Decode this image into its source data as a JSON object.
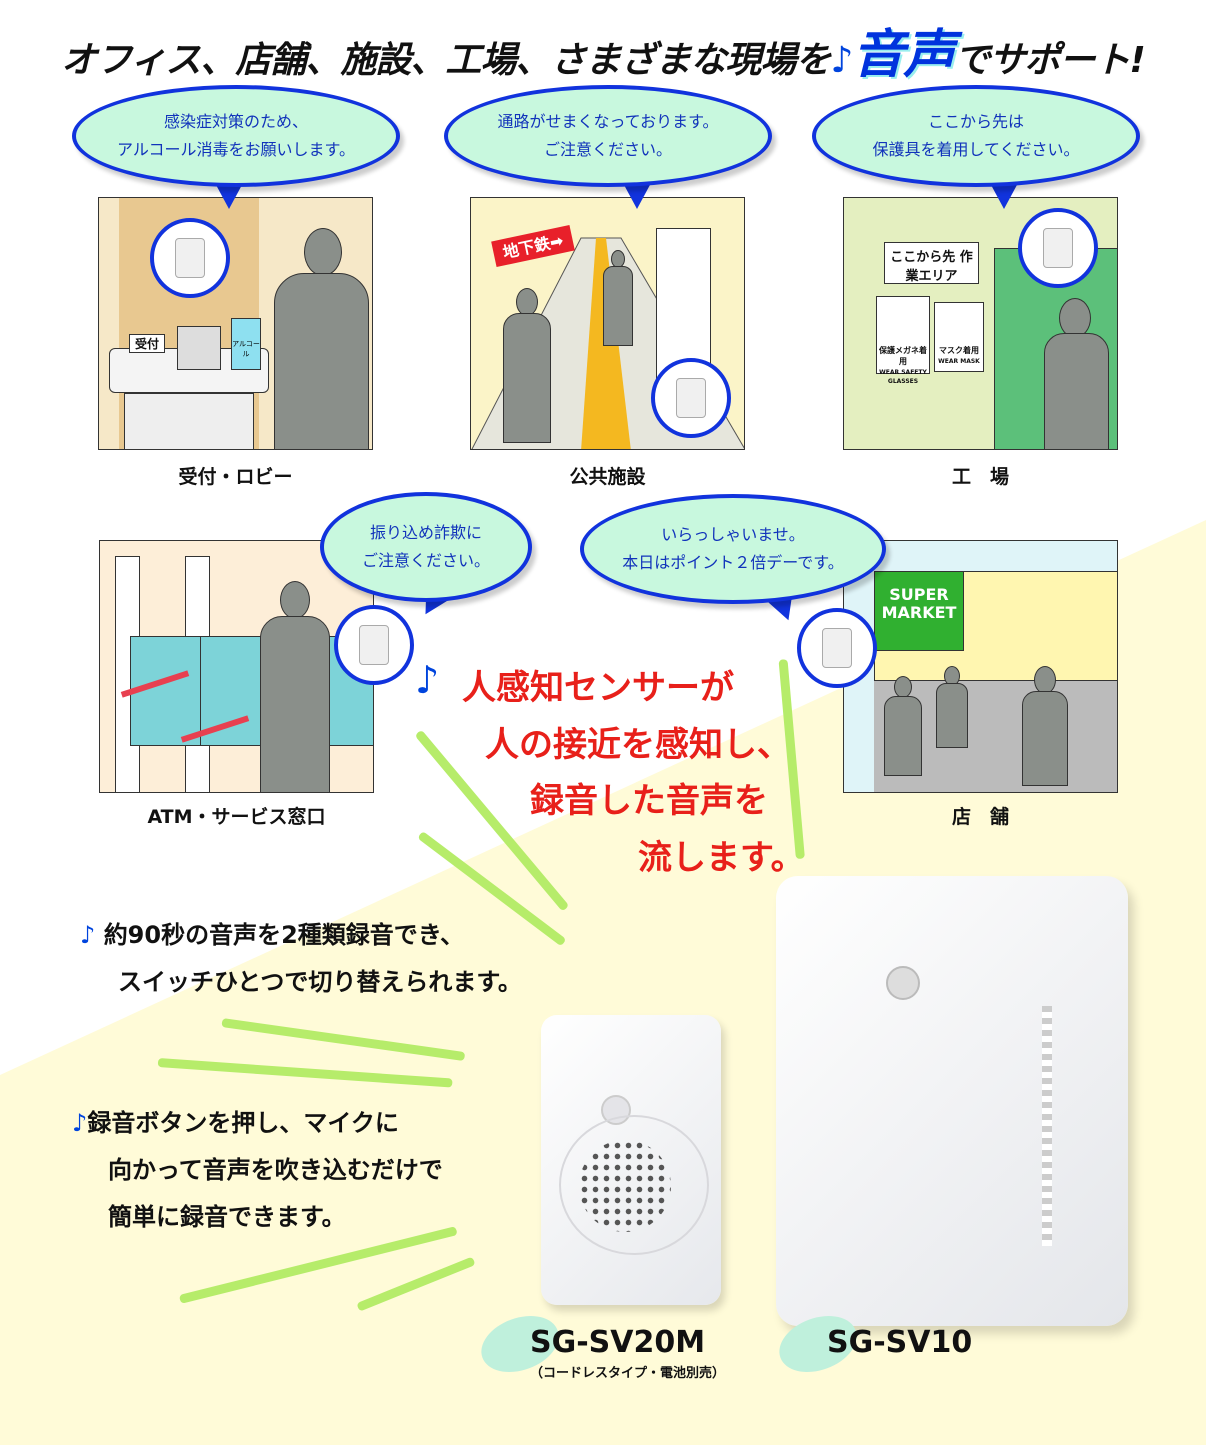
{
  "headline": {
    "before": "オフィス、店舗、施設、工場、さまざまな現場を",
    "note": "♪",
    "accent": "音声",
    "after": "でサポート!"
  },
  "scenes": [
    {
      "label": "受付・ロビー",
      "bubble": [
        "感染症対策のため、",
        "アルコール消毒をお願いします。"
      ],
      "signs": [
        "受付",
        "アルコール"
      ]
    },
    {
      "label": "公共施設",
      "bubble": [
        "通路がせまくなっております。",
        "ご注意ください。"
      ],
      "signs": [
        "地下鉄➡"
      ]
    },
    {
      "label": "工　場",
      "bubble": [
        "ここから先は",
        "保護具を着用してください。"
      ],
      "signs": [
        "ここから先 作業エリア",
        "保護メガネ着用",
        "WEAR SAFETY GLASSES",
        "マスク着用",
        "WEAR MASK"
      ]
    },
    {
      "label": "ATM・サービス窓口",
      "bubble": [
        "振り込め詐欺に",
        "ご注意ください。"
      ]
    },
    {
      "label": "店　舗",
      "bubble": [
        "いらっしゃいませ。",
        "本日はポイント２倍デーです。"
      ],
      "signs": [
        "SUPER",
        "MARKET"
      ]
    }
  ],
  "sensor_text": {
    "note": "♪",
    "lines": [
      "人感知センサーが",
      "人の接近を感知し、",
      "録音した音声を",
      "流します。"
    ]
  },
  "features": [
    {
      "note": "♪",
      "lines": [
        "約90秒の音声を2種類録音でき、",
        "スイッチひとつで切り替えられます。"
      ]
    },
    {
      "note": "♪",
      "lines": [
        "録音ボタンを押し、マイクに",
        "向かって音声を吹き込むだけで",
        "簡単に録音できます。"
      ]
    }
  ],
  "products": [
    {
      "model": "SG-SV20M",
      "note": "（コードレスタイプ・電池別売）"
    },
    {
      "model": "SG-SV10"
    }
  ],
  "colors": {
    "accent_blue": "#1133dd",
    "bubble_fill": "#c8f8de",
    "red": "#e8201a",
    "background_yellow": "#fffbd8",
    "ray_green": "#b6ec6a"
  }
}
